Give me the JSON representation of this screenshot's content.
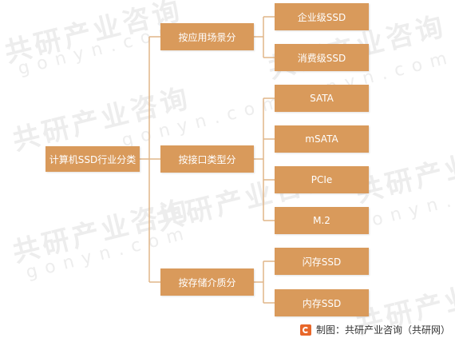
{
  "watermark": {
    "cn": "共研产业咨询",
    "en": "gonyn.com"
  },
  "root": {
    "label": "计算机SSD行业分类"
  },
  "groups": [
    {
      "label": "按应用场景分",
      "items": [
        "企业级SSD",
        "消费级SSD"
      ]
    },
    {
      "label": "按接口类型分",
      "items": [
        "SATA",
        "mSATA",
        "PCIe",
        "M.2"
      ]
    },
    {
      "label": "按存储介质分",
      "items": [
        "闪存SSD",
        "内存SSD"
      ]
    }
  ],
  "footer": {
    "text": "制图：共研产业咨询（共研网）"
  },
  "colors": {
    "box": "#d99a5b",
    "line": "#e0b589",
    "box_text": "#ffffff"
  }
}
